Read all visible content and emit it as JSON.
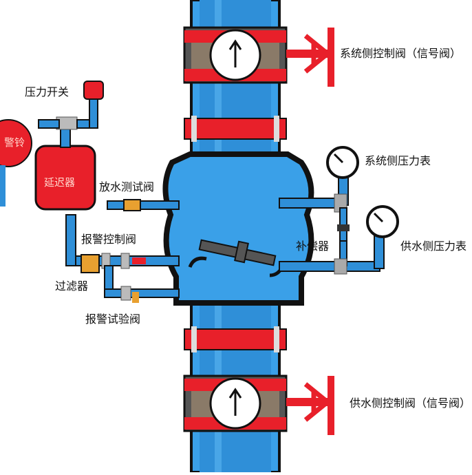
{
  "labels": {
    "system_control_valve": "系统侧控制阀（信号阀）",
    "supply_control_valve": "供水侧控制阀（信号阀）",
    "system_pressure_gauge": "系统侧压力表",
    "supply_pressure_gauge": "供水侧压力表",
    "pressure_switch": "压力开关",
    "alarm_bell": "警铃",
    "retard_chamber": "延迟器",
    "drain_test_valve": "放水测试阀",
    "alarm_control_valve": "报警控制阀",
    "compensator": "补偿器",
    "filter": "过滤器",
    "alarm_test_valve": "报警试验阀"
  },
  "colors": {
    "pipe_blue": "#2f8fd8",
    "valve_red": "#e8202a",
    "body_blue": "#3aa0e8",
    "outline": "#111111",
    "brass": "#e8a030"
  },
  "icons": {
    "flow_arrow": "up-arrow-icon",
    "handwheel": "handwheel-icon",
    "gauge": "pressure-gauge-icon"
  }
}
